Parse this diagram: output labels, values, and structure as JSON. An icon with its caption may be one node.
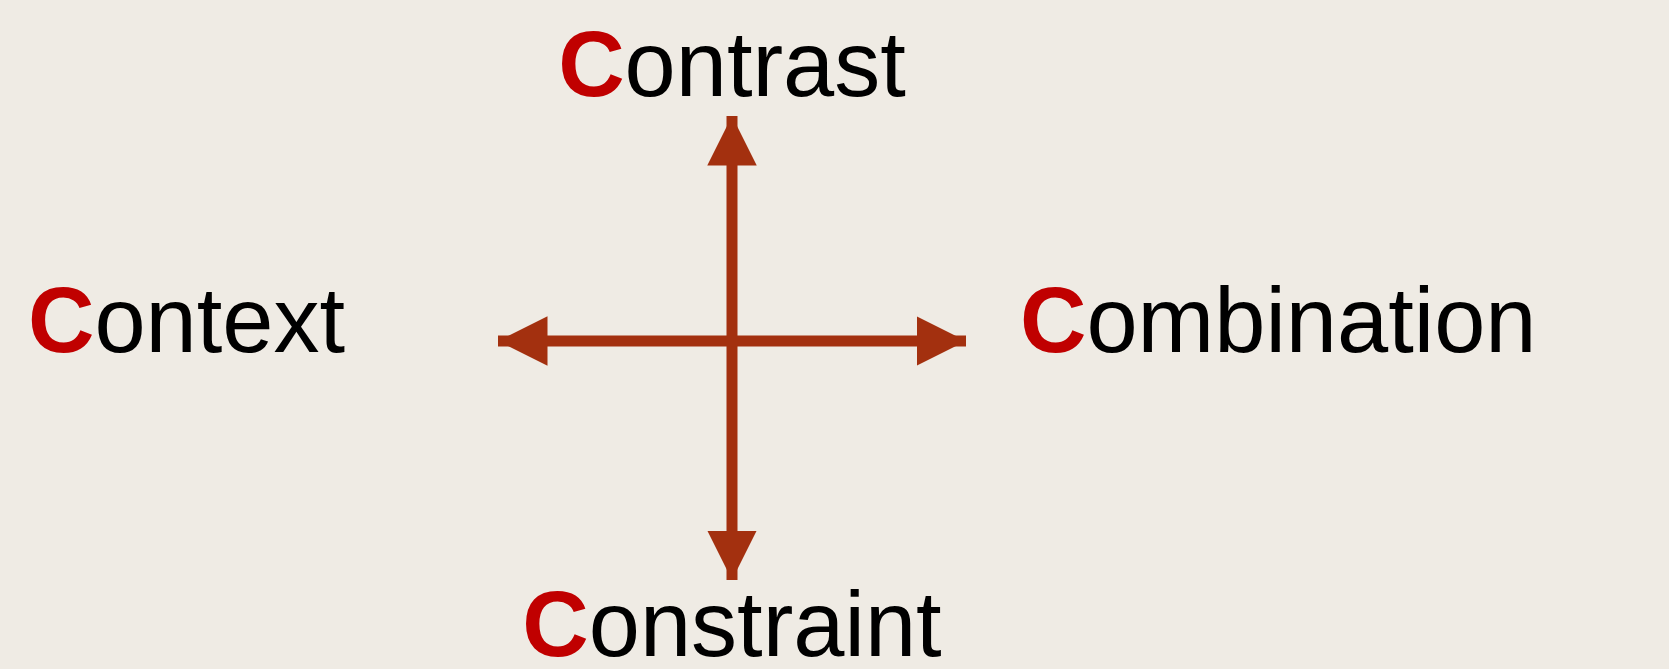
{
  "diagram": {
    "nodes": [
      {
        "text": [
          "**C**ontrast"
        ]
      },
      {
        "text": [
          "**C**ontext"
        ]
      },
      {
        "text": [
          "**C**ombination"
        ]
      },
      {
        "text": [
          "**C**onstraint"
        ]
      }
    ],
    "edges": [
      {
        "from": 0,
        "to": 3,
        "arrow": "both"
      },
      {
        "from": 1,
        "to": 2,
        "arrow": "both"
      }
    ]
  }
}
